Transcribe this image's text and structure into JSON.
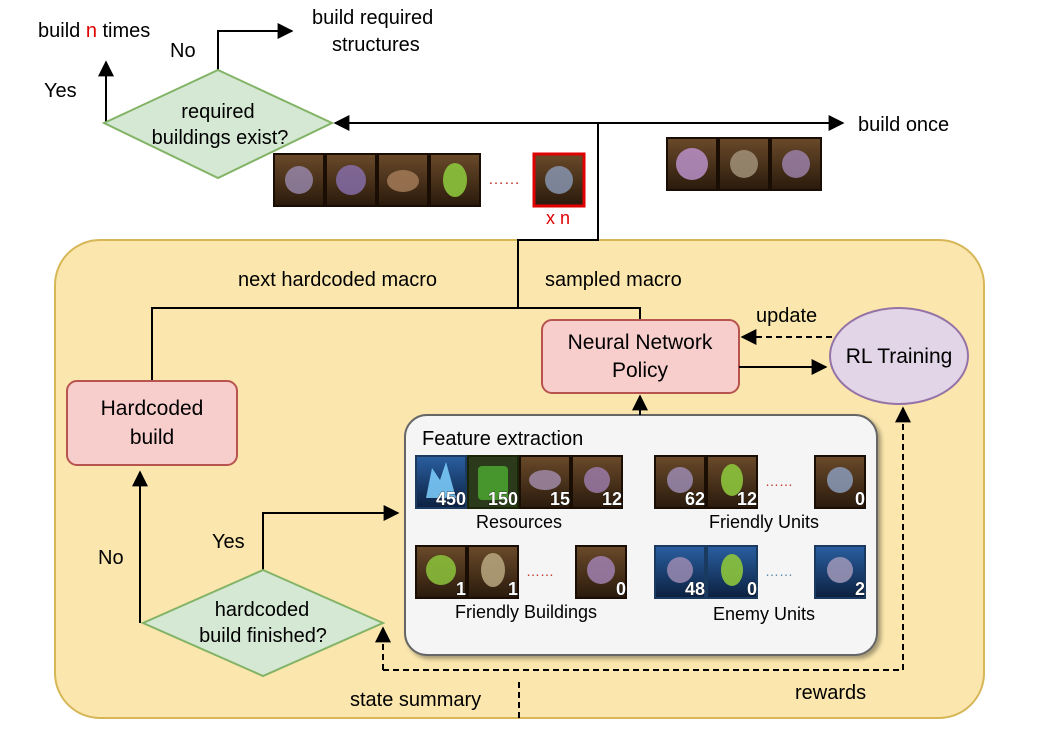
{
  "top": {
    "build_n_times_prefix": "build ",
    "build_n_times_n": "n",
    "build_n_times_suffix": " times",
    "no_top": "No",
    "yes_top": "Yes",
    "build_required_line1": "build required",
    "build_required_line2": "structures",
    "decision_line1": "required",
    "decision_line2": "buildings exist?",
    "build_once": "build once",
    "xn_label": "x n"
  },
  "main": {
    "next_hardcoded_macro": "next hardcoded macro",
    "sampled_macro": "sampled macro",
    "update": "update",
    "nn_line1": "Neural Network",
    "nn_line2": "Policy",
    "rl_training": "RL Training",
    "hardcoded_line1": "Hardcoded",
    "hardcoded_line2": "build",
    "no_left": "No",
    "yes_left": "Yes",
    "decision2_line1": "hardcoded",
    "decision2_line2": "build finished?",
    "state_summary": "state summary",
    "rewards": "rewards"
  },
  "features": {
    "title": "Feature extraction",
    "resources_label": "Resources",
    "resources_values": [
      "450",
      "150",
      "15",
      "12"
    ],
    "friendly_units_label": "Friendly Units",
    "friendly_units_values": [
      "62",
      "12",
      "0"
    ],
    "friendly_buildings_label": "Friendly Buildings",
    "friendly_buildings_values": [
      "1",
      "1",
      "0"
    ],
    "enemy_units_label": "Enemy Units",
    "enemy_units_values": [
      "48",
      "0",
      "2"
    ]
  },
  "colors": {
    "container_fill": "#fbe7ad",
    "container_stroke": "#d6b656",
    "decision_fill": "#d5e8d4",
    "decision_stroke": "#82b366",
    "red_box_fill": "#f8cecc",
    "red_box_stroke": "#b85450",
    "purple_fill": "#e1d5e7",
    "purple_stroke": "#9673a6",
    "feature_fill": "#f5f5f5",
    "feature_stroke": "#666666",
    "highlight_red": "#e00000"
  }
}
